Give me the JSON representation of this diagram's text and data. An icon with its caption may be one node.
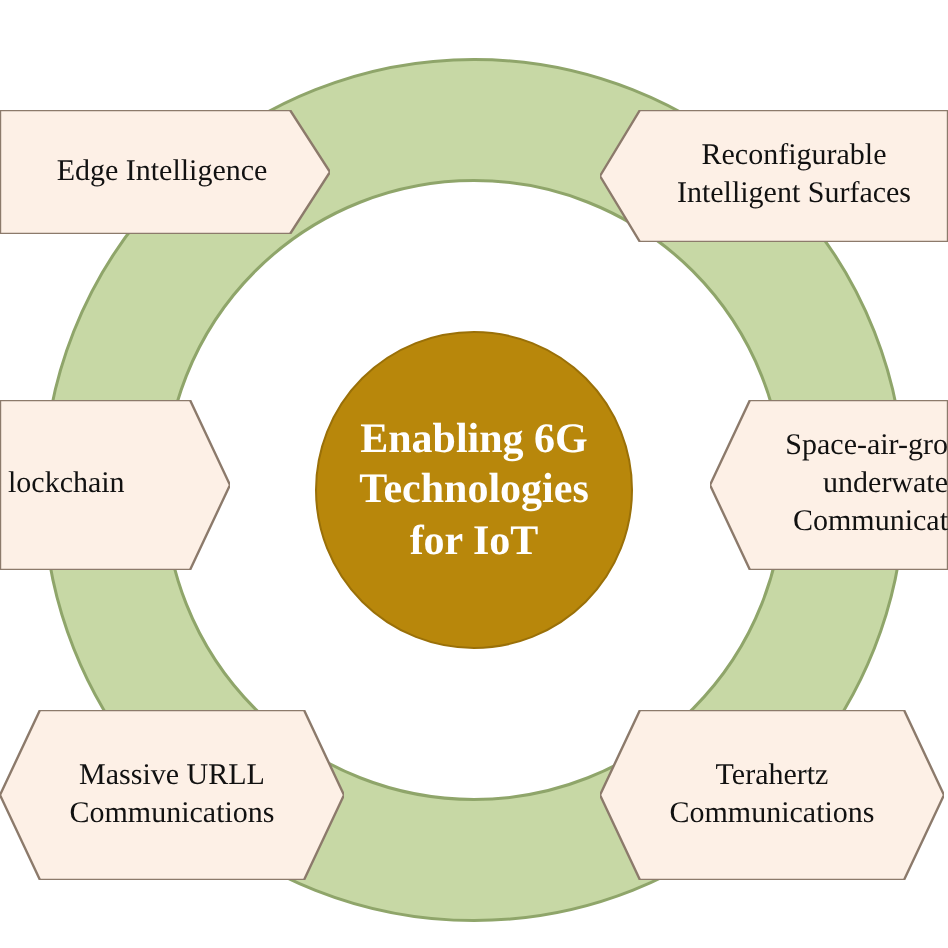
{
  "diagram": {
    "nodes": [
      {
        "text": [
          "Edge Intelligence"
        ]
      },
      {
        "text": [
          "Reconfigurable Intelligent Surfaces"
        ]
      },
      {
        "text": [
          "lockchain"
        ]
      },
      {
        "text": [
          "Enabling 6G Technologies for IoT"
        ]
      },
      {
        "text": [
          "Space-air-gro underwate Communicat"
        ]
      },
      {
        "text": [
          "Massive URLL Communications"
        ]
      },
      {
        "text": [
          "Terahertz Communications"
        ]
      }
    ]
  }
}
